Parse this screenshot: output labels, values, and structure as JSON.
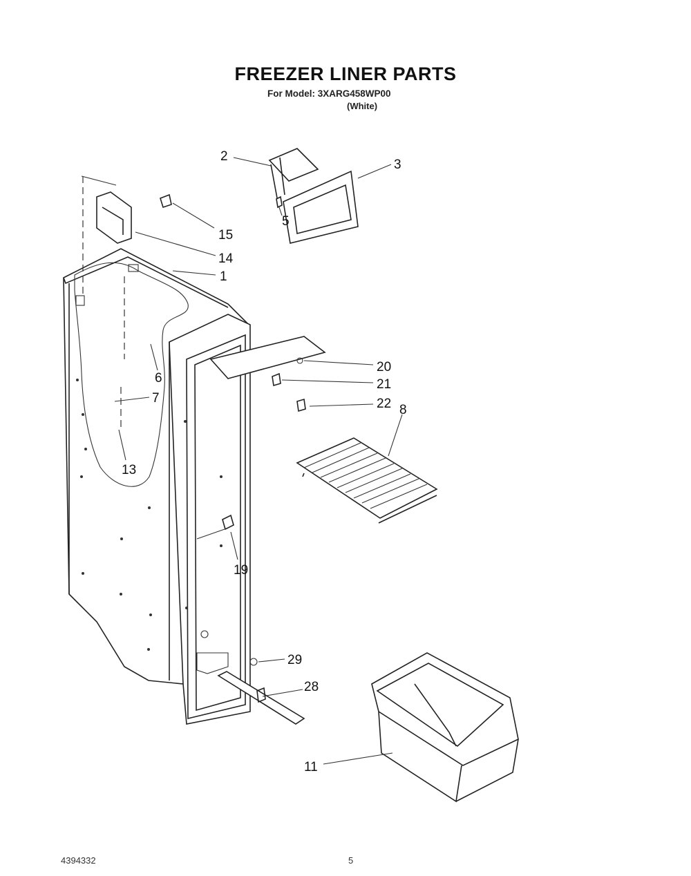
{
  "header": {
    "title": "FREEZER LINER PARTS",
    "model_line": "For Model: 3XARG458WP00",
    "color_line": "(White)"
  },
  "callouts": {
    "c1": "1",
    "c2": "2",
    "c3": "3",
    "c5": "5",
    "c6": "6",
    "c7": "7",
    "c8": "8",
    "c11": "11",
    "c13": "13",
    "c14": "14",
    "c15": "15",
    "c19": "19",
    "c20": "20",
    "c21": "21",
    "c22": "22",
    "c28": "28",
    "c29": "29"
  },
  "footer": {
    "doc_number": "4394332",
    "page_number": "5"
  }
}
